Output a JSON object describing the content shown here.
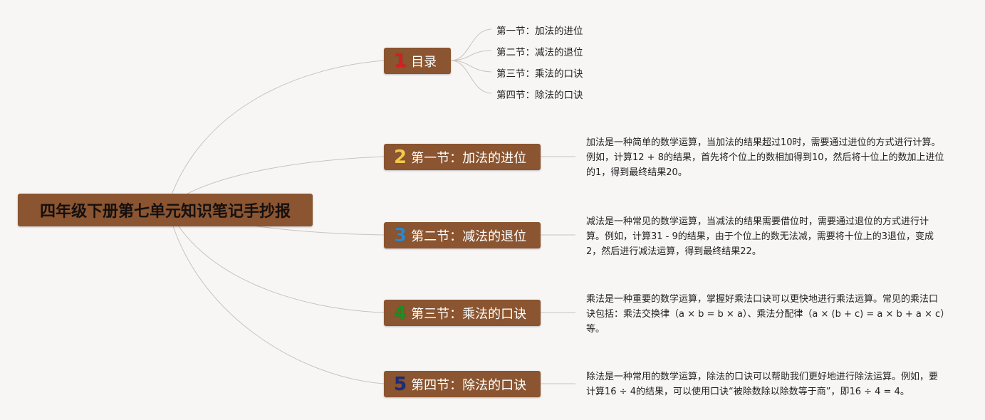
{
  "root": {
    "title": "四年级下册第七单元知识笔记手抄报"
  },
  "branches": [
    {
      "num": "1",
      "label": "目录",
      "num_color": "#d42020"
    },
    {
      "num": "2",
      "label": "第一节：加法的进位",
      "num_color": "#f2c84b"
    },
    {
      "num": "3",
      "label": "第二节：减法的退位",
      "num_color": "#2f86c8"
    },
    {
      "num": "4",
      "label": "第三节：乘法的口诀",
      "num_color": "#1a8f22"
    },
    {
      "num": "5",
      "label": "第四节：除法的口诀",
      "num_color": "#1d2c78"
    }
  ],
  "toc": [
    "第一节：加法的进位",
    "第二节：减法的退位",
    "第三节：乘法的口诀",
    "第四节：除法的口诀"
  ],
  "descriptions": [
    "加法是一种简单的数学运算，当加法的结果超过10时，需要通过进位的方式进行计算。例如，计算12 + 8的结果，首先将个位上的数相加得到10，然后将十位上的数加上进位的1，得到最终结果20。",
    "减法是一种常见的数学运算，当减法的结果需要借位时，需要通过退位的方式进行计算。例如，计算31 - 9的结果，由于个位上的数无法减，需要将十位上的3退位，变成2，然后进行减法运算，得到最终结果22。",
    "乘法是一种重要的数学运算，掌握好乘法口诀可以更快地进行乘法运算。常见的乘法口诀包括：乘法交换律（a × b = b × a）、乘法分配律（a × (b + c) = a × b + a × c）等。",
    "除法是一种常用的数学运算，除法的口诀可以帮助我们更好地进行除法运算。例如，要计算16 ÷ 4的结果，可以使用口诀“被除数除以除数等于商”，即16 ÷ 4 = 4。"
  ],
  "colors": {
    "node_bg": "#8a5530",
    "background": "#f8f6f5",
    "link": "#c9c2bd"
  }
}
